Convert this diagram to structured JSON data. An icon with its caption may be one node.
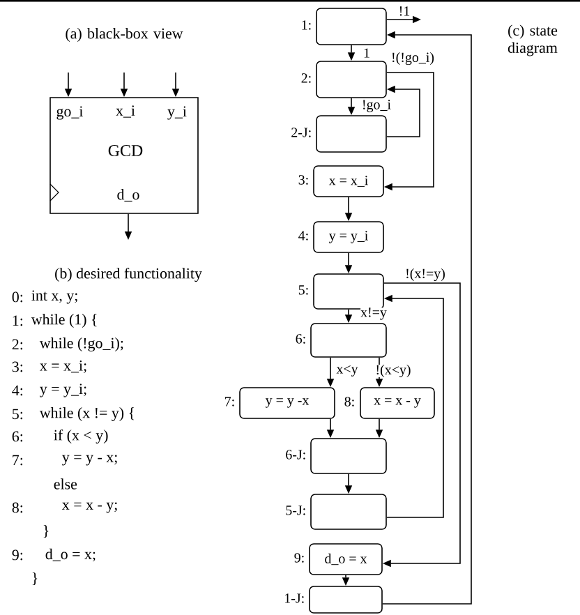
{
  "diagram": {
    "nodes": [
      {
        "text": [
          "go_i",
          "x_i",
          "y_i",
          "GCD",
          "d_o"
        ]
      },
      {
        "text": [],
        "shape": "box",
        "beside": [
          "1:"
        ]
      },
      {
        "text": [],
        "shape": "box",
        "beside": [
          "2:"
        ]
      },
      {
        "text": [],
        "shape": "box",
        "beside": [
          "2-J:"
        ]
      },
      {
        "text": [
          "x = x_i"
        ],
        "beside": [
          "3:"
        ]
      },
      {
        "text": [
          "y = y_i"
        ],
        "beside": [
          "4:"
        ]
      },
      {
        "text": [],
        "shape": "box",
        "beside": [
          "5:"
        ]
      },
      {
        "text": [],
        "shape": "box",
        "beside": [
          "6:"
        ]
      },
      {
        "text": [
          "y = y -x"
        ],
        "beside": [
          "7:"
        ]
      },
      {
        "text": [
          "x = x - y"
        ],
        "beside": [
          "8:"
        ]
      },
      {
        "text": [],
        "shape": "box",
        "beside": [
          "6-J:"
        ]
      },
      {
        "text": [],
        "shape": "box",
        "beside": [
          "5-J:"
        ]
      },
      {
        "text": [
          "d_o = x"
        ],
        "beside": [
          "9:"
        ]
      },
      {
        "text": [],
        "shape": "box",
        "beside": [
          "1-J:"
        ]
      }
    ],
    "edges": [
      {
        "from": null,
        "to": 0,
        "arrow": "to"
      },
      {
        "from": null,
        "to": 0,
        "arrow": "to"
      },
      {
        "from": null,
        "to": 0,
        "arrow": "to"
      },
      {
        "from": 0,
        "to": null,
        "arrow": "to"
      },
      {
        "from": 1,
        "to": 2,
        "arrow": "to",
        "label": "1"
      },
      {
        "from": 1,
        "to": null,
        "arrow": "to",
        "label": "!1"
      },
      {
        "from": 2,
        "to": 3,
        "arrow": "to",
        "label": "!go_i"
      },
      {
        "from": 2,
        "to": 4,
        "arrow": "to",
        "label": "!(!go_i)"
      },
      {
        "from": 3,
        "to": 2,
        "arrow": "to"
      },
      {
        "from": 4,
        "to": 5,
        "arrow": "to"
      },
      {
        "from": 5,
        "to": 6,
        "arrow": "to"
      },
      {
        "from": 6,
        "to": 7,
        "arrow": "to",
        "label": "x!=y"
      },
      {
        "from": 6,
        "to": 12,
        "arrow": "to",
        "label": "!(x!=y)"
      },
      {
        "from": 11,
        "to": 6,
        "arrow": "to"
      },
      {
        "from": 7,
        "to": 8,
        "arrow": "to",
        "label": "x<y"
      },
      {
        "from": 7,
        "to": 9,
        "arrow": "to",
        "label": "!(x<y)"
      },
      {
        "from": 8,
        "to": 10,
        "arrow": "to"
      },
      {
        "from": 9,
        "to": 10,
        "arrow": "to"
      },
      {
        "from": 10,
        "to": 11,
        "arrow": "to"
      },
      {
        "from": 12,
        "to": 13,
        "arrow": "to"
      },
      {
        "from": 13,
        "to": 1,
        "arrow": "to"
      }
    ],
    "labels": [
      "(a) black-box view",
      "(c) state diagram",
      "(b) desired functionality",
      "0:",
      "int  x, y;",
      "1:",
      "while (1) {",
      "2:",
      "while (!go_i);",
      "3:",
      "x = x_i;",
      "4:",
      "y = y_i;",
      "5:",
      "while  (x != y)  {",
      "6:",
      "if  (x < y)",
      "7:",
      "y = y - x;",
      "else",
      "8:",
      "x = x - y;",
      "}",
      "9:",
      "d_o = x;",
      "}"
    ]
  }
}
